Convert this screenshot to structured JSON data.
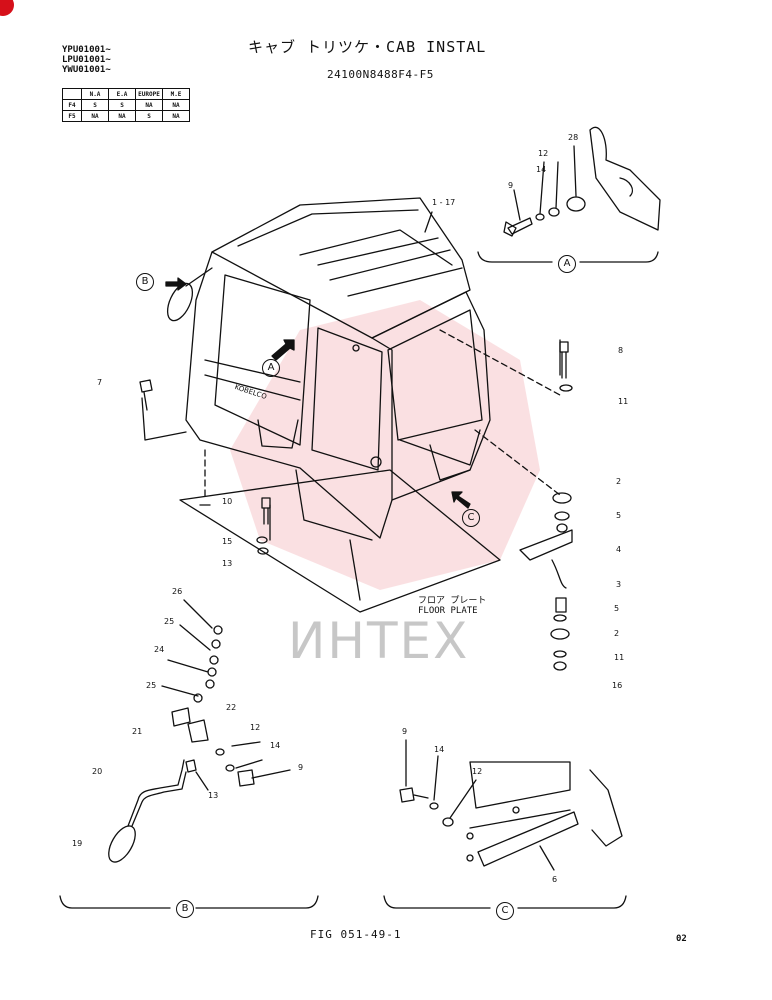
{
  "header": {
    "title": "キャブ トリツケ・CAB INSTAL",
    "part_number": "24100N8488F4-F5",
    "serials": [
      "YPU01001~",
      "LPU01001~",
      "YWU01001~"
    ]
  },
  "applicability": {
    "columns": [
      "N.A",
      "E.A",
      "EUROPE",
      "M.E"
    ],
    "rows": [
      {
        "code": "F4",
        "values": [
          "S",
          "S",
          "NA",
          "NA"
        ]
      },
      {
        "code": "F5",
        "values": [
          "NA",
          "NA",
          "S",
          "NA"
        ]
      }
    ]
  },
  "views": {
    "a": "A",
    "b": "B",
    "c": "C"
  },
  "floor_plate": {
    "jp": "フロア プレート",
    "en": "FLOOR PLATE"
  },
  "main_callouts": {
    "c1_17": "1 - 17",
    "c7": "7",
    "c8": "8",
    "c11a": "11",
    "c2a": "2",
    "c5a": "5",
    "c4": "4",
    "c3": "3",
    "c5b": "5",
    "c2b": "2",
    "c11b": "11",
    "c16": "16",
    "c10": "10",
    "c15": "15",
    "c13": "13"
  },
  "detail_a_callouts": {
    "c9": "9",
    "c14": "14",
    "c12": "12",
    "c28": "28"
  },
  "detail_b_callouts": {
    "c26": "26",
    "c25a": "25",
    "c24": "24",
    "c25b": "25",
    "c22": "22",
    "c21": "21",
    "c12": "12",
    "c14": "14",
    "c9": "9",
    "c13": "13",
    "c20": "20",
    "c19": "19"
  },
  "detail_c_callouts": {
    "c9": "9",
    "c14": "14",
    "c12": "12",
    "c6": "6"
  },
  "cab_logo": "KOBELCO",
  "watermark": "ИНТЕХ",
  "footer": {
    "figure": "FIG 051-49-1",
    "page": "02"
  }
}
